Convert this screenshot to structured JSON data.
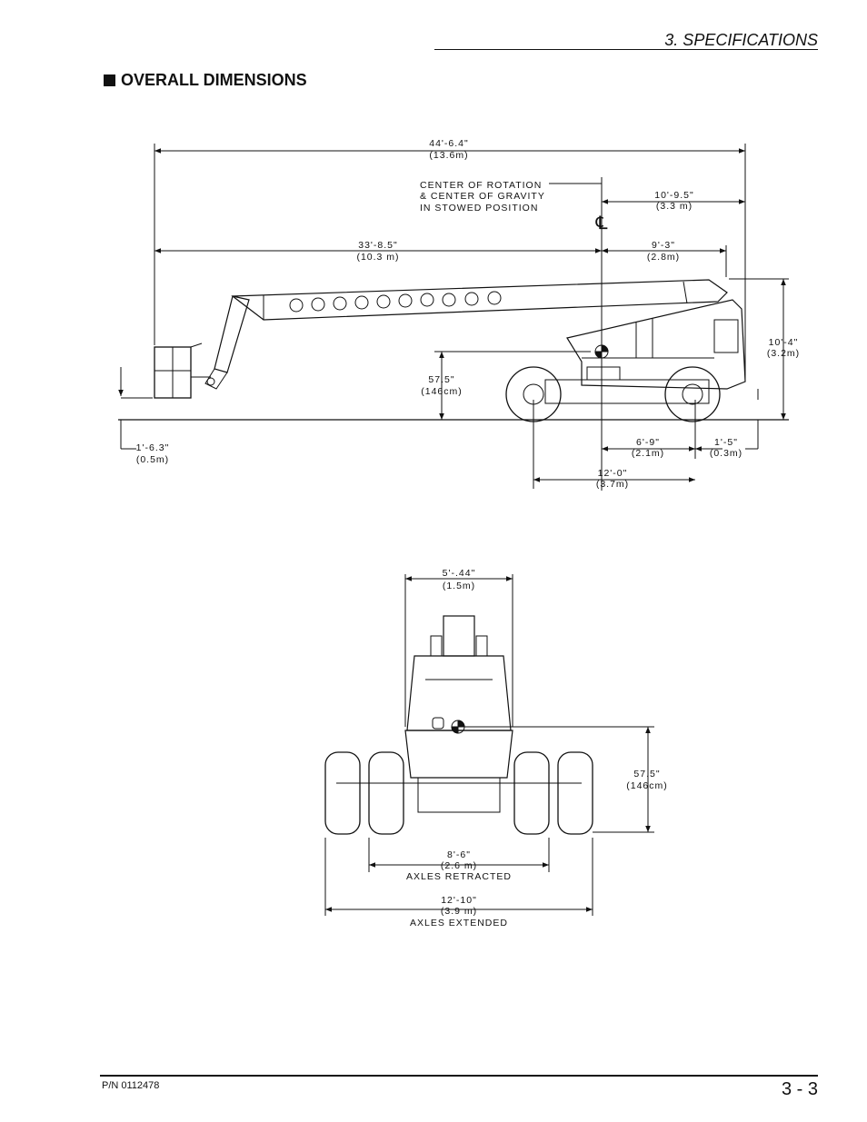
{
  "header": {
    "section_title": "3. SPECIFICATIONS"
  },
  "section": {
    "heading": "OVERALL DIMENSIONS",
    "bullet_icon": "filled-square-icon"
  },
  "side_view": {
    "overall_length": {
      "imperial": "44'-6.4\"",
      "metric": "(13.6m)"
    },
    "center_note": [
      "CENTER OF ROTATION",
      "& CENTER OF GRAVITY",
      "IN STOWED POSITION"
    ],
    "centerline_symbol": "℄",
    "rear_to_center": {
      "imperial": "10'-9.5\"",
      "metric": "(3.3 m)"
    },
    "boom_reach": {
      "imperial": "33'-8.5\"",
      "metric": "(10.3 m)"
    },
    "boom_tail": {
      "imperial": "9'-3\"",
      "metric": "(2.8m)"
    },
    "overall_height": {
      "imperial": "10'-4\"",
      "metric": "(3.2m)"
    },
    "cg_height": {
      "imperial": "57.5\"",
      "metric": "(146cm)"
    },
    "platform_height": {
      "imperial": "1'-6.3\"",
      "metric": "(0.5m)"
    },
    "center_to_rear_axle": {
      "imperial": "6'-9\"",
      "metric": "(2.1m)"
    },
    "rear_overhang": {
      "imperial": "1'-5\"",
      "metric": "(0.3m)"
    },
    "wheelbase": {
      "imperial": "12'-0\"",
      "metric": "(3.7m)"
    }
  },
  "rear_view": {
    "chassis_width": {
      "imperial": "5'-.44\"",
      "metric": "(1.5m)"
    },
    "cg_height": {
      "imperial": "57.5\"",
      "metric": "(146cm)"
    },
    "axles_retracted": {
      "imperial": "8'-6\"",
      "metric": "(2.6 m)",
      "label": "AXLES RETRACTED"
    },
    "axles_extended": {
      "imperial": "12'-10\"",
      "metric": "(3.9 m)",
      "label": "AXLES EXTENDED"
    }
  },
  "footer": {
    "part_number": "P/N 0112478",
    "page_number": "3 - 3"
  }
}
